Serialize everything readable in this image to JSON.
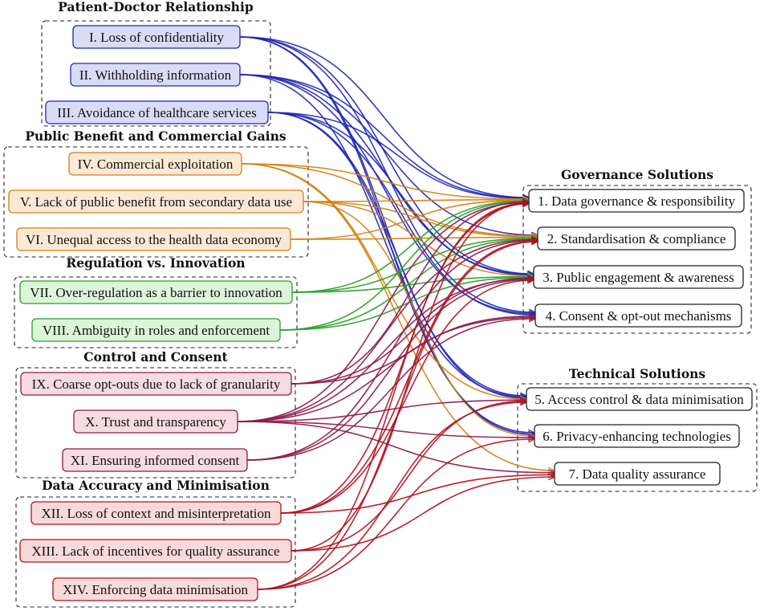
{
  "groups": [
    {
      "key": "g1",
      "title": "Patient-Doctor Relationship"
    },
    {
      "key": "g2",
      "title": "Public Benefit and Commercial Gains"
    },
    {
      "key": "g3",
      "title": "Regulation vs. Innovation"
    },
    {
      "key": "g4",
      "title": "Control and Consent"
    },
    {
      "key": "g5",
      "title": "Data Accuracy and Minimisation"
    },
    {
      "key": "g6",
      "title": "Governance Solutions"
    },
    {
      "key": "g7",
      "title": "Technical Solutions"
    }
  ],
  "challenges": [
    {
      "id": "I",
      "label": "I. Loss of confidentiality",
      "group": "g1",
      "color": "#2228b4",
      "fill": "#d9dcf6"
    },
    {
      "id": "II",
      "label": "II. Withholding information",
      "group": "g1",
      "color": "#2228b4",
      "fill": "#d9dcf6"
    },
    {
      "id": "III",
      "label": "III. Avoidance of healthcare services",
      "group": "g1",
      "color": "#2228b4",
      "fill": "#d9dcf6"
    },
    {
      "id": "IV",
      "label": "IV. Commercial exploitation",
      "group": "g2",
      "color": "#d6800f",
      "fill": "#fbe9d6"
    },
    {
      "id": "V",
      "label": "V. Lack of public benefit from secondary data use",
      "group": "g2",
      "color": "#d6800f",
      "fill": "#fbe9d6"
    },
    {
      "id": "VI",
      "label": "VI. Unequal access to the health data economy",
      "group": "g2",
      "color": "#d6800f",
      "fill": "#fbe9d6"
    },
    {
      "id": "VII",
      "label": "VII. Over-regulation as a barrier to innovation",
      "group": "g3",
      "color": "#28a028",
      "fill": "#dcf5d8"
    },
    {
      "id": "VIII",
      "label": "VIII. Ambiguity in roles and enforcement",
      "group": "g3",
      "color": "#28a028",
      "fill": "#dcf5d8"
    },
    {
      "id": "IX",
      "label": "IX. Coarse opt-outs due to lack of granularity",
      "group": "g4",
      "color": "#8c1a4a",
      "fill": "#f6dbe2"
    },
    {
      "id": "X",
      "label": "X. Trust and transparency",
      "group": "g4",
      "color": "#8c1a4a",
      "fill": "#f6dbe2"
    },
    {
      "id": "XI",
      "label": "XI. Ensuring informed consent",
      "group": "g4",
      "color": "#8c1a4a",
      "fill": "#f6dbe2"
    },
    {
      "id": "XII",
      "label": "XII. Loss of context and misinterpretation",
      "group": "g5",
      "color": "#b0121e",
      "fill": "#f9dada"
    },
    {
      "id": "XIII",
      "label": "XIII. Lack of incentives for quality assurance",
      "group": "g5",
      "color": "#b0121e",
      "fill": "#f9dada"
    },
    {
      "id": "XIV",
      "label": "XIV. Enforcing data minimisation",
      "group": "g5",
      "color": "#b0121e",
      "fill": "#f9dada"
    }
  ],
  "solutions": [
    {
      "id": "1",
      "label": "1. Data governance & responsibility",
      "group": "g6"
    },
    {
      "id": "2",
      "label": "2. Standardisation & compliance",
      "group": "g6"
    },
    {
      "id": "3",
      "label": "3. Public engagement & awareness",
      "group": "g6"
    },
    {
      "id": "4",
      "label": "4. Consent & opt-out mechanisms",
      "group": "g6"
    },
    {
      "id": "5",
      "label": "5. Access control & data minimisation",
      "group": "g7"
    },
    {
      "id": "6",
      "label": "6. Privacy-enhancing technologies",
      "group": "g7"
    },
    {
      "id": "7",
      "label": "7. Data quality assurance",
      "group": "g7"
    }
  ],
  "links": [
    [
      "I",
      "1"
    ],
    [
      "I",
      "3"
    ],
    [
      "I",
      "4"
    ],
    [
      "I",
      "5"
    ],
    [
      "I",
      "6"
    ],
    [
      "II",
      "1"
    ],
    [
      "II",
      "2"
    ],
    [
      "II",
      "3"
    ],
    [
      "II",
      "4"
    ],
    [
      "II",
      "5"
    ],
    [
      "III",
      "1"
    ],
    [
      "III",
      "3"
    ],
    [
      "III",
      "4"
    ],
    [
      "III",
      "5"
    ],
    [
      "III",
      "6"
    ],
    [
      "IV",
      "1"
    ],
    [
      "IV",
      "2"
    ],
    [
      "IV",
      "5"
    ],
    [
      "IV",
      "7"
    ],
    [
      "V",
      "1"
    ],
    [
      "V",
      "2"
    ],
    [
      "V",
      "3"
    ],
    [
      "V",
      "6"
    ],
    [
      "VI",
      "1"
    ],
    [
      "VI",
      "2"
    ],
    [
      "VII",
      "2"
    ],
    [
      "VII",
      "3"
    ],
    [
      "VII",
      "1"
    ],
    [
      "VIII",
      "1"
    ],
    [
      "VIII",
      "2"
    ],
    [
      "VIII",
      "3"
    ],
    [
      "IX",
      "3"
    ],
    [
      "IX",
      "4"
    ],
    [
      "IX",
      "1"
    ],
    [
      "X",
      "1"
    ],
    [
      "X",
      "2"
    ],
    [
      "X",
      "3"
    ],
    [
      "X",
      "4"
    ],
    [
      "X",
      "5"
    ],
    [
      "X",
      "6"
    ],
    [
      "X",
      "7"
    ],
    [
      "XI",
      "4"
    ],
    [
      "XI",
      "3"
    ],
    [
      "XI",
      "2"
    ],
    [
      "XII",
      "1"
    ],
    [
      "XII",
      "2"
    ],
    [
      "XII",
      "7"
    ],
    [
      "XII",
      "3"
    ],
    [
      "XIII",
      "1"
    ],
    [
      "XIII",
      "5"
    ],
    [
      "XIII",
      "7"
    ],
    [
      "XIV",
      "1"
    ],
    [
      "XIV",
      "5"
    ],
    [
      "XIV",
      "6"
    ],
    [
      "XIV",
      "2"
    ]
  ]
}
